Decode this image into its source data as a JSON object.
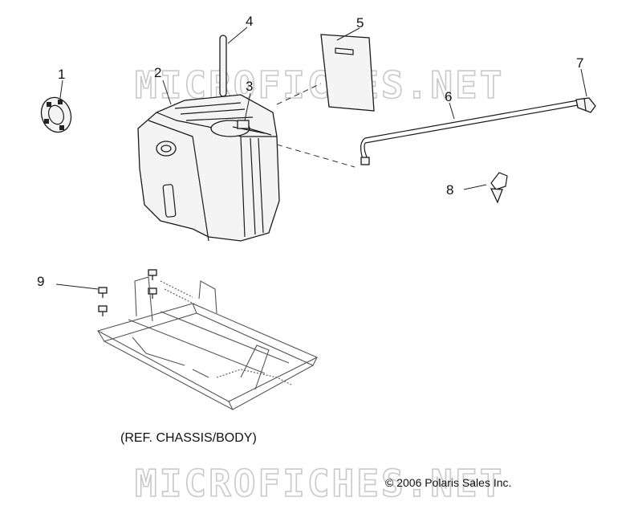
{
  "watermark": {
    "top_text": "MICROFICHES.NET",
    "bottom_text": "MICROFICHES.NET"
  },
  "callouts": [
    "1",
    "2",
    "3",
    "4",
    "5",
    "6",
    "7",
    "8",
    "9"
  ],
  "reference_note": "(REF. CHASSIS/BODY)",
  "copyright": "© 2006 Polaris Sales Inc."
}
